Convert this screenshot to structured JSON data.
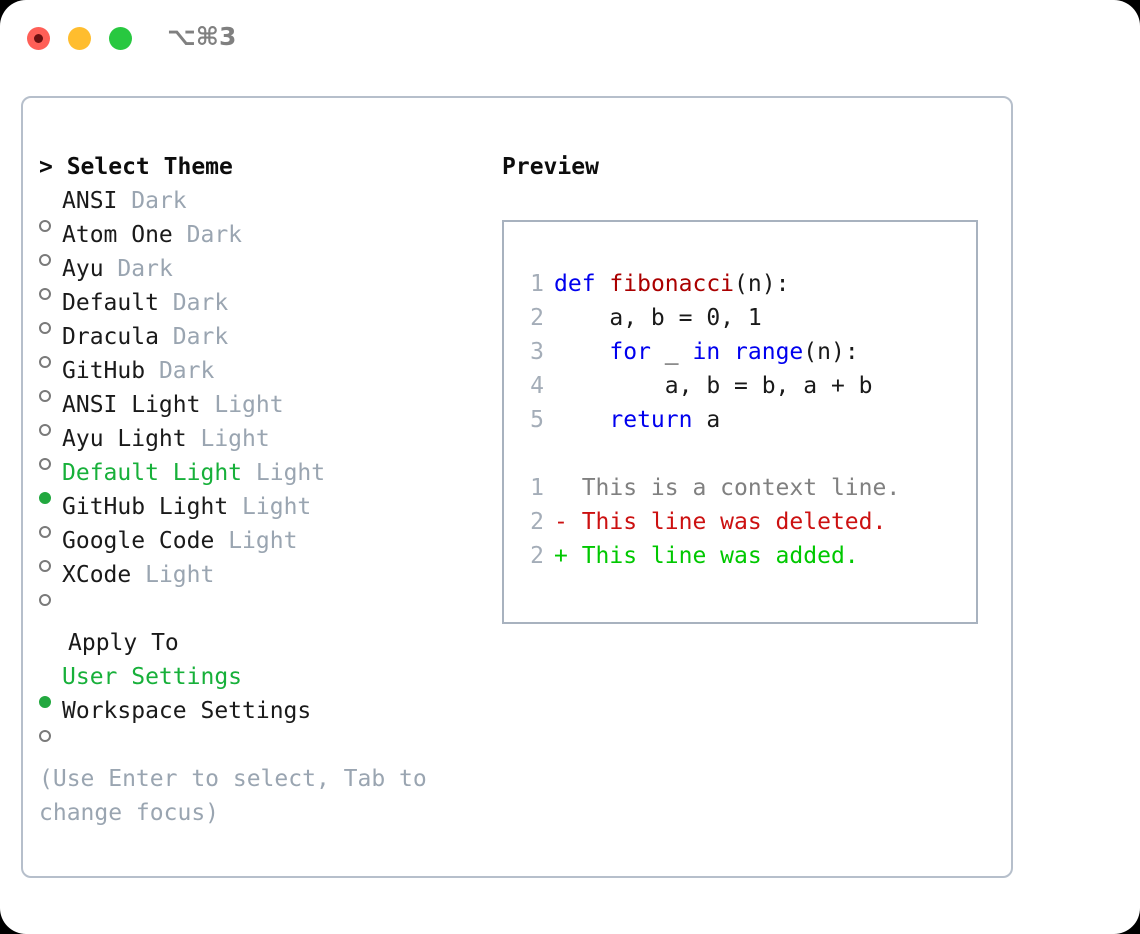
{
  "titlebar": {
    "shortcut": "⌥⌘3",
    "buttons": [
      {
        "name": "close",
        "color": "#ff5f57"
      },
      {
        "name": "minimize",
        "color": "#ffbd2e"
      },
      {
        "name": "maximize",
        "color": "#28c840"
      }
    ]
  },
  "theme_picker": {
    "prompt": "> Select Theme",
    "items": [
      {
        "bullet": "○",
        "name": "ANSI",
        "tag": "Dark",
        "selected": false
      },
      {
        "bullet": "○",
        "name": "Atom One",
        "tag": "Dark",
        "selected": false
      },
      {
        "bullet": "○",
        "name": "Ayu",
        "tag": "Dark",
        "selected": false
      },
      {
        "bullet": "○",
        "name": "Default",
        "tag": "Dark",
        "selected": false
      },
      {
        "bullet": "○",
        "name": "Dracula",
        "tag": "Dark",
        "selected": false
      },
      {
        "bullet": "○",
        "name": "GitHub",
        "tag": "Dark",
        "selected": false
      },
      {
        "bullet": "○",
        "name": "ANSI Light",
        "tag": "Light",
        "selected": false
      },
      {
        "bullet": "○",
        "name": "Ayu Light",
        "tag": "Light",
        "selected": false
      },
      {
        "bullet": "●",
        "name": "Default Light",
        "tag": "Light",
        "selected": true
      },
      {
        "bullet": "○",
        "name": "GitHub Light",
        "tag": "Light",
        "selected": false
      },
      {
        "bullet": "○",
        "name": "Google Code",
        "tag": "Light",
        "selected": false
      },
      {
        "bullet": "○",
        "name": "XCode",
        "tag": "Light",
        "selected": false
      }
    ]
  },
  "apply_to": {
    "label": "Apply To",
    "options": [
      {
        "bullet": "●",
        "name": "User Settings",
        "selected": true
      },
      {
        "bullet": "○",
        "name": "Workspace Settings",
        "selected": false
      }
    ]
  },
  "hint": "(Use Enter to select, Tab to change focus)",
  "preview": {
    "title": "Preview",
    "code_lines": [
      {
        "num": "1",
        "tokens": [
          {
            "t": "def",
            "c": "kw"
          },
          {
            "t": " ",
            "c": "plain"
          },
          {
            "t": "fibonacci",
            "c": "fn"
          },
          {
            "t": "(n):",
            "c": "plain"
          }
        ]
      },
      {
        "num": "2",
        "tokens": [
          {
            "t": "    a, b = 0, 1",
            "c": "plain"
          }
        ]
      },
      {
        "num": "3",
        "tokens": [
          {
            "t": "    ",
            "c": "plain"
          },
          {
            "t": "for",
            "c": "kw"
          },
          {
            "t": " _ ",
            "c": "plain"
          },
          {
            "t": "in",
            "c": "kw"
          },
          {
            "t": " ",
            "c": "plain"
          },
          {
            "t": "range",
            "c": "kw"
          },
          {
            "t": "(n):",
            "c": "plain"
          }
        ]
      },
      {
        "num": "4",
        "tokens": [
          {
            "t": "        a, b = b, a + b",
            "c": "plain"
          }
        ]
      },
      {
        "num": "5",
        "tokens": [
          {
            "t": "    ",
            "c": "plain"
          },
          {
            "t": "return",
            "c": "kw"
          },
          {
            "t": " a",
            "c": "plain"
          }
        ]
      }
    ],
    "diff_lines": [
      {
        "num": "1",
        "marker": " ",
        "text": "  This is a context line.",
        "kind": "ctx"
      },
      {
        "num": "2",
        "marker": "-",
        "text": "- This line was deleted.",
        "kind": "del"
      },
      {
        "num": "2",
        "marker": "+",
        "text": "+ This line was added.",
        "kind": "add"
      }
    ]
  },
  "colors": {
    "accent_green": "#17b03a",
    "muted_gray": "#9aa5b1",
    "keyword_blue": "#0000ee",
    "function_red": "#aa0000",
    "diff_added": "#00c800",
    "diff_deleted": "#cc1111",
    "border": "#b6bfcb"
  }
}
